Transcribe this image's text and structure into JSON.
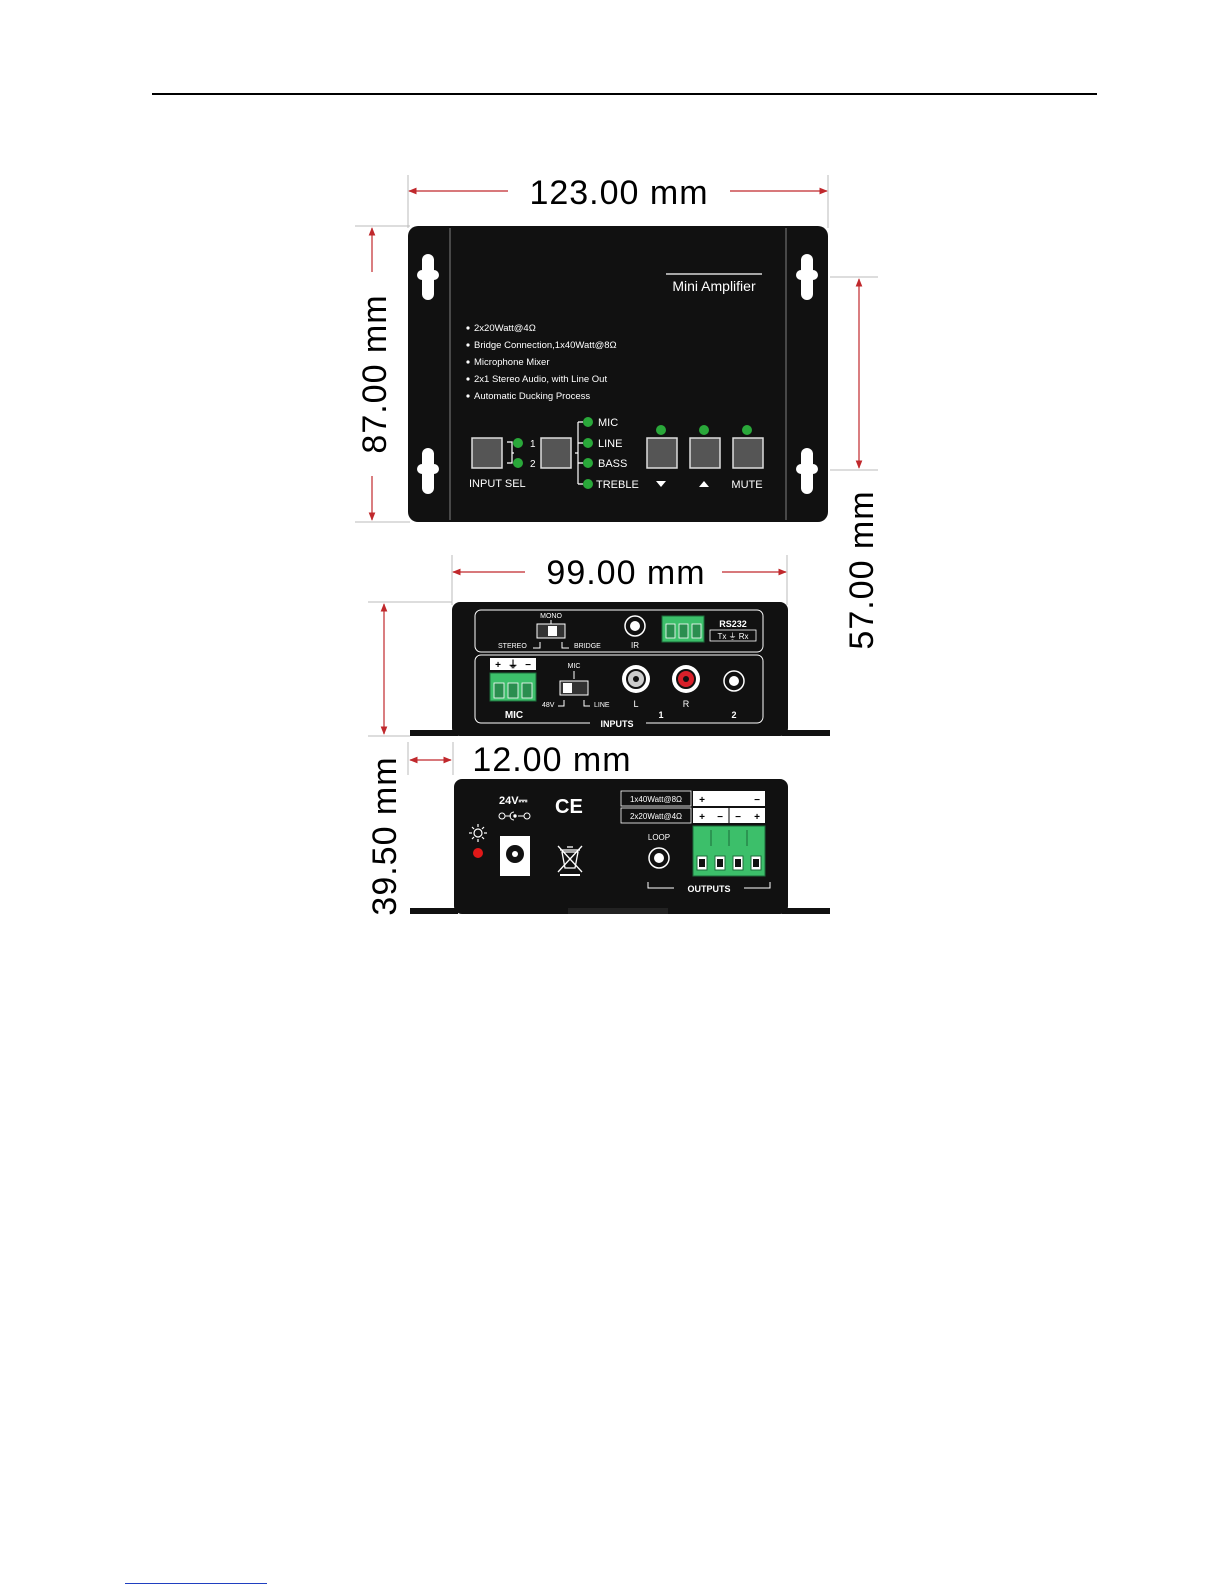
{
  "dimensions": {
    "top_width": "123.00 mm",
    "top_height": "87.00 mm",
    "mount_spacing": "57.00 mm",
    "front_width": "99.00 mm",
    "flange": "12.00 mm",
    "depth": "39.50 mm"
  },
  "top_panel": {
    "product": "Mini Amplifier",
    "features": [
      "2x20Watt@4Ω",
      "Bridge Connection,1x40Watt@8Ω",
      "Microphone Mixer",
      "2x1 Stereo Audio, with Line Out",
      "Automatic Ducking Process"
    ],
    "input_sel_label": "INPUT SEL",
    "input_1": "1",
    "input_2": "2",
    "mode_labels": [
      "MIC",
      "LINE",
      "BASS",
      "TREBLE"
    ],
    "mute_label": "MUTE"
  },
  "front_panel": {
    "mono": "MONO",
    "stereo": "STEREO",
    "bridge": "BRIDGE",
    "ir": "IR",
    "rs232": "RS232",
    "rs232_pins": "Tx ⏚ Rx",
    "mic_pins": [
      "+",
      "⏚",
      "−"
    ],
    "mic_label": "MIC",
    "mic_switch_top": "MIC",
    "phantom": "48V",
    "line": "LINE",
    "left": "L",
    "right": "R",
    "input_1": "1",
    "input_2": "2",
    "inputs_label": "INPUTS"
  },
  "rear_panel": {
    "voltage": "24V⎓",
    "ce": "CE",
    "loop": "LOOP",
    "out_bridge": "1x40Watt@8Ω",
    "out_stereo": "2x20Watt@4Ω",
    "bridge_signs": [
      "+",
      "−"
    ],
    "stereo_signs": [
      "+",
      "−",
      "−",
      "+"
    ],
    "outputs_label": "OUTPUTS"
  },
  "colors": {
    "panel": "#111111",
    "led_green": "#2aa83a",
    "terminal_green": "#3cbf6a",
    "dim_arrow": "#c0282c",
    "power_led": "#e01818"
  }
}
